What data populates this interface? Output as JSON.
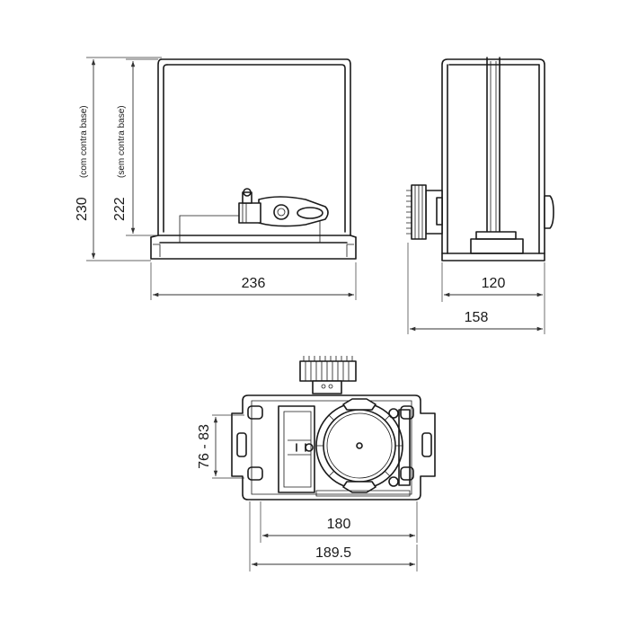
{
  "dimensions": {
    "front_height_with_base": "230",
    "with_base_note": "(com contra base)",
    "front_height_without_base": "222",
    "without_base_note": "(sem contra base)",
    "front_width": "236",
    "side_width": "120",
    "side_overall_width": "158",
    "top_hole_range": "76 - 83",
    "top_hole_spacing": "180",
    "top_overall_width": "189.5"
  }
}
